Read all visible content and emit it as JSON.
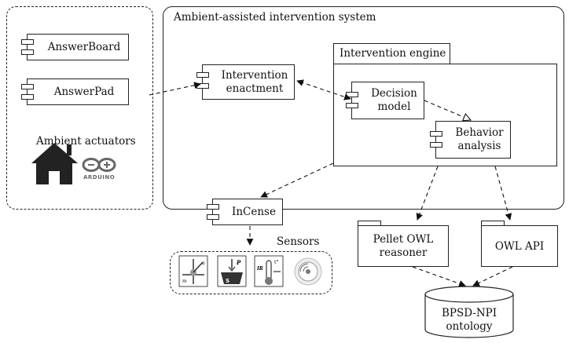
{
  "actuators_panel": {
    "components": [
      "AnswerBoard",
      "AnswerPad"
    ],
    "title": "Ambient actuators",
    "arduino_text": "ARDUINO"
  },
  "system": {
    "title": "Ambient-assisted intervention system",
    "intervention_enactment": "Intervention\nenactment",
    "engine": {
      "title": "Intervention engine",
      "decision_model": "Decision\nmodel",
      "behavior_analysis": "Behavior\nanalysis"
    }
  },
  "incense": "InCense",
  "sensors": {
    "title": "Sensors"
  },
  "pellet": "Pellet OWL\nreasoner",
  "owl_api": "OWL API",
  "ontology": "BPSD-NPI\nontology"
}
